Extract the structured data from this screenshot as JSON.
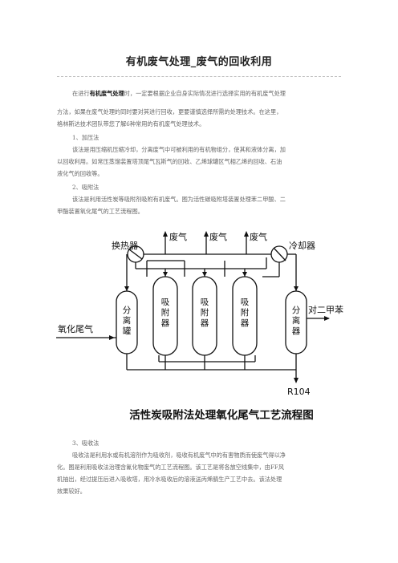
{
  "document": {
    "title": "有机废气处理_废气的回收利用",
    "intro": {
      "prefix": "在进行",
      "highlight": "有机废气处理",
      "line1_rest": "时，一定要根据企业自身实际情况进行选择实用的有机废气处理",
      "line2": "方法，如果在废气处理的同时要对其进行回收，更要谨慎选择所需的处理技术。在这里，",
      "line3": "格林斯达技术团队带您了解6种常用的有机废气处理技术。"
    },
    "section1": {
      "heading": "1、加压法",
      "lines": [
        "该法是用压缩机压缩冷却，分离废气中可被利用的有机物组分，使其和液体分离，加",
        "以回收利用。如常压蒸馏装置塔顶尾气瓦斯气的回收、乙烯球罐区气相乙烯的回收、石油",
        "液化气的回收等。"
      ]
    },
    "section2": {
      "heading": "2、吸附法",
      "lines": [
        "该法是利用活性炭等吸附剂吸附有机废气。图为活性碳吸附塔装置处理苯二甲酸、二",
        "甲酯装置氧化尾气的工艺流程图。"
      ]
    },
    "diagram": {
      "heat_exchanger": "换热器",
      "cooler": "冷却器",
      "exhaust_gas": "废气",
      "separator_tank": [
        "分",
        "离",
        "罐"
      ],
      "adsorber": [
        "吸",
        "附",
        "器"
      ],
      "separator": [
        "分",
        "离",
        "器"
      ],
      "oxidation_tail_gas": "氧化尾气",
      "p_xylene": "对二甲苯",
      "r104": "R104",
      "caption": "活性炭吸附法处理氧化尾气工艺流程图"
    },
    "section3": {
      "heading": "3、吸收法",
      "lines": [
        "吸收法是利用水或有机溶剂作为吸收剂，吸收有机废气中的有害物质而使废气得以净",
        "化。图是利用吸收法治理含氰化物废气的工艺流程图。该工艺是将各放空线集中，由FF风",
        "机抽出，经过提压后进入吸收塔，用冷水吸收后的溶液送丙烯腈生产工艺中去。该法处理",
        "效果较好。"
      ]
    }
  }
}
